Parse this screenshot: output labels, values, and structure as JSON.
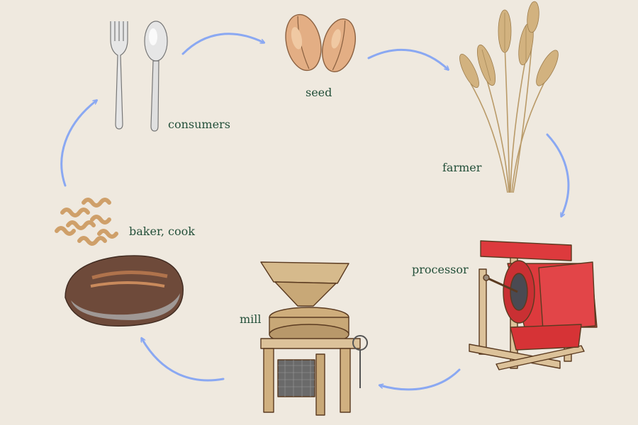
{
  "diagram": {
    "stages": [
      {
        "id": "seed",
        "label": "seed",
        "icon": "seed-icon"
      },
      {
        "id": "farmer",
        "label": "farmer",
        "icon": "wheat-icon"
      },
      {
        "id": "processor",
        "label": "processor",
        "icon": "processor-machine-icon"
      },
      {
        "id": "mill",
        "label": "mill",
        "icon": "mill-icon"
      },
      {
        "id": "baker",
        "label": "baker, cook",
        "icon": "bread-pasta-icon"
      },
      {
        "id": "consumers",
        "label": "consumers",
        "icon": "fork-spoon-icon"
      }
    ],
    "flow": [
      [
        "consumers",
        "seed"
      ],
      [
        "seed",
        "farmer"
      ],
      [
        "farmer",
        "processor"
      ],
      [
        "processor",
        "mill"
      ],
      [
        "mill",
        "baker"
      ],
      [
        "baker",
        "consumers"
      ]
    ]
  },
  "colors": {
    "background": "#efe9df",
    "arrow": "#8aa8f2",
    "label": "#24503a",
    "processor": "#dd3a3d",
    "wood": "#c8a877",
    "wheat": "#d2b27f",
    "seed": "#e3ae84",
    "bread": "#6e4a3a"
  }
}
